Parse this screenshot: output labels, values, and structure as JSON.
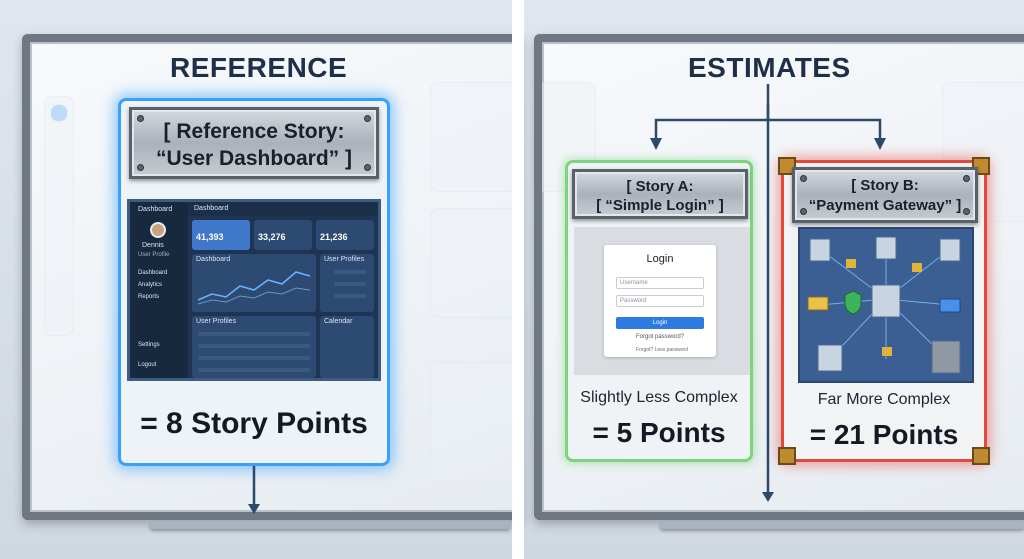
{
  "left": {
    "heading": "REFERENCE",
    "plate_line1": "[ Reference Story:",
    "plate_line2": "“User Dashboard” ]",
    "points": "= 8 Story Points",
    "dashboard": {
      "nav_title": "Dashboard",
      "title": "Dashboard",
      "user_name": "Dennis",
      "user_role": "User Profile",
      "stat1": "41,393",
      "stat2": "33,276",
      "stat3": "21,236",
      "section_chart": "Dashboard",
      "section_users": "User Profiles",
      "section_profiles": "User Profiles",
      "section_calendar": "Calendar",
      "nav_items": [
        "Dashboard",
        "Analytics",
        "Reports",
        "Settings",
        "Logout"
      ]
    }
  },
  "right": {
    "heading": "ESTIMATES",
    "story_a": {
      "plate_line1": "[ Story A:",
      "plate_line2": "[ “Simple Login” ]",
      "login_title": "Login",
      "username_placeholder": "Username",
      "password_placeholder": "Password",
      "login_button": "Login",
      "forgot": "Forgot password?",
      "footer": "Forgot? Less password",
      "complexity": "Slightly Less Complex",
      "points": "= 5 Points"
    },
    "story_b": {
      "plate_line1": "[ Story B:",
      "plate_line2": "“Payment Gateway” ]",
      "complexity": "Far More Complex",
      "points": "= 21 Points"
    }
  },
  "colors": {
    "reference_glow": "#3aa0ff",
    "story_a_glow": "#7ed37e",
    "story_b_glow": "#e0493c",
    "arrow": "#2b4a6b"
  }
}
